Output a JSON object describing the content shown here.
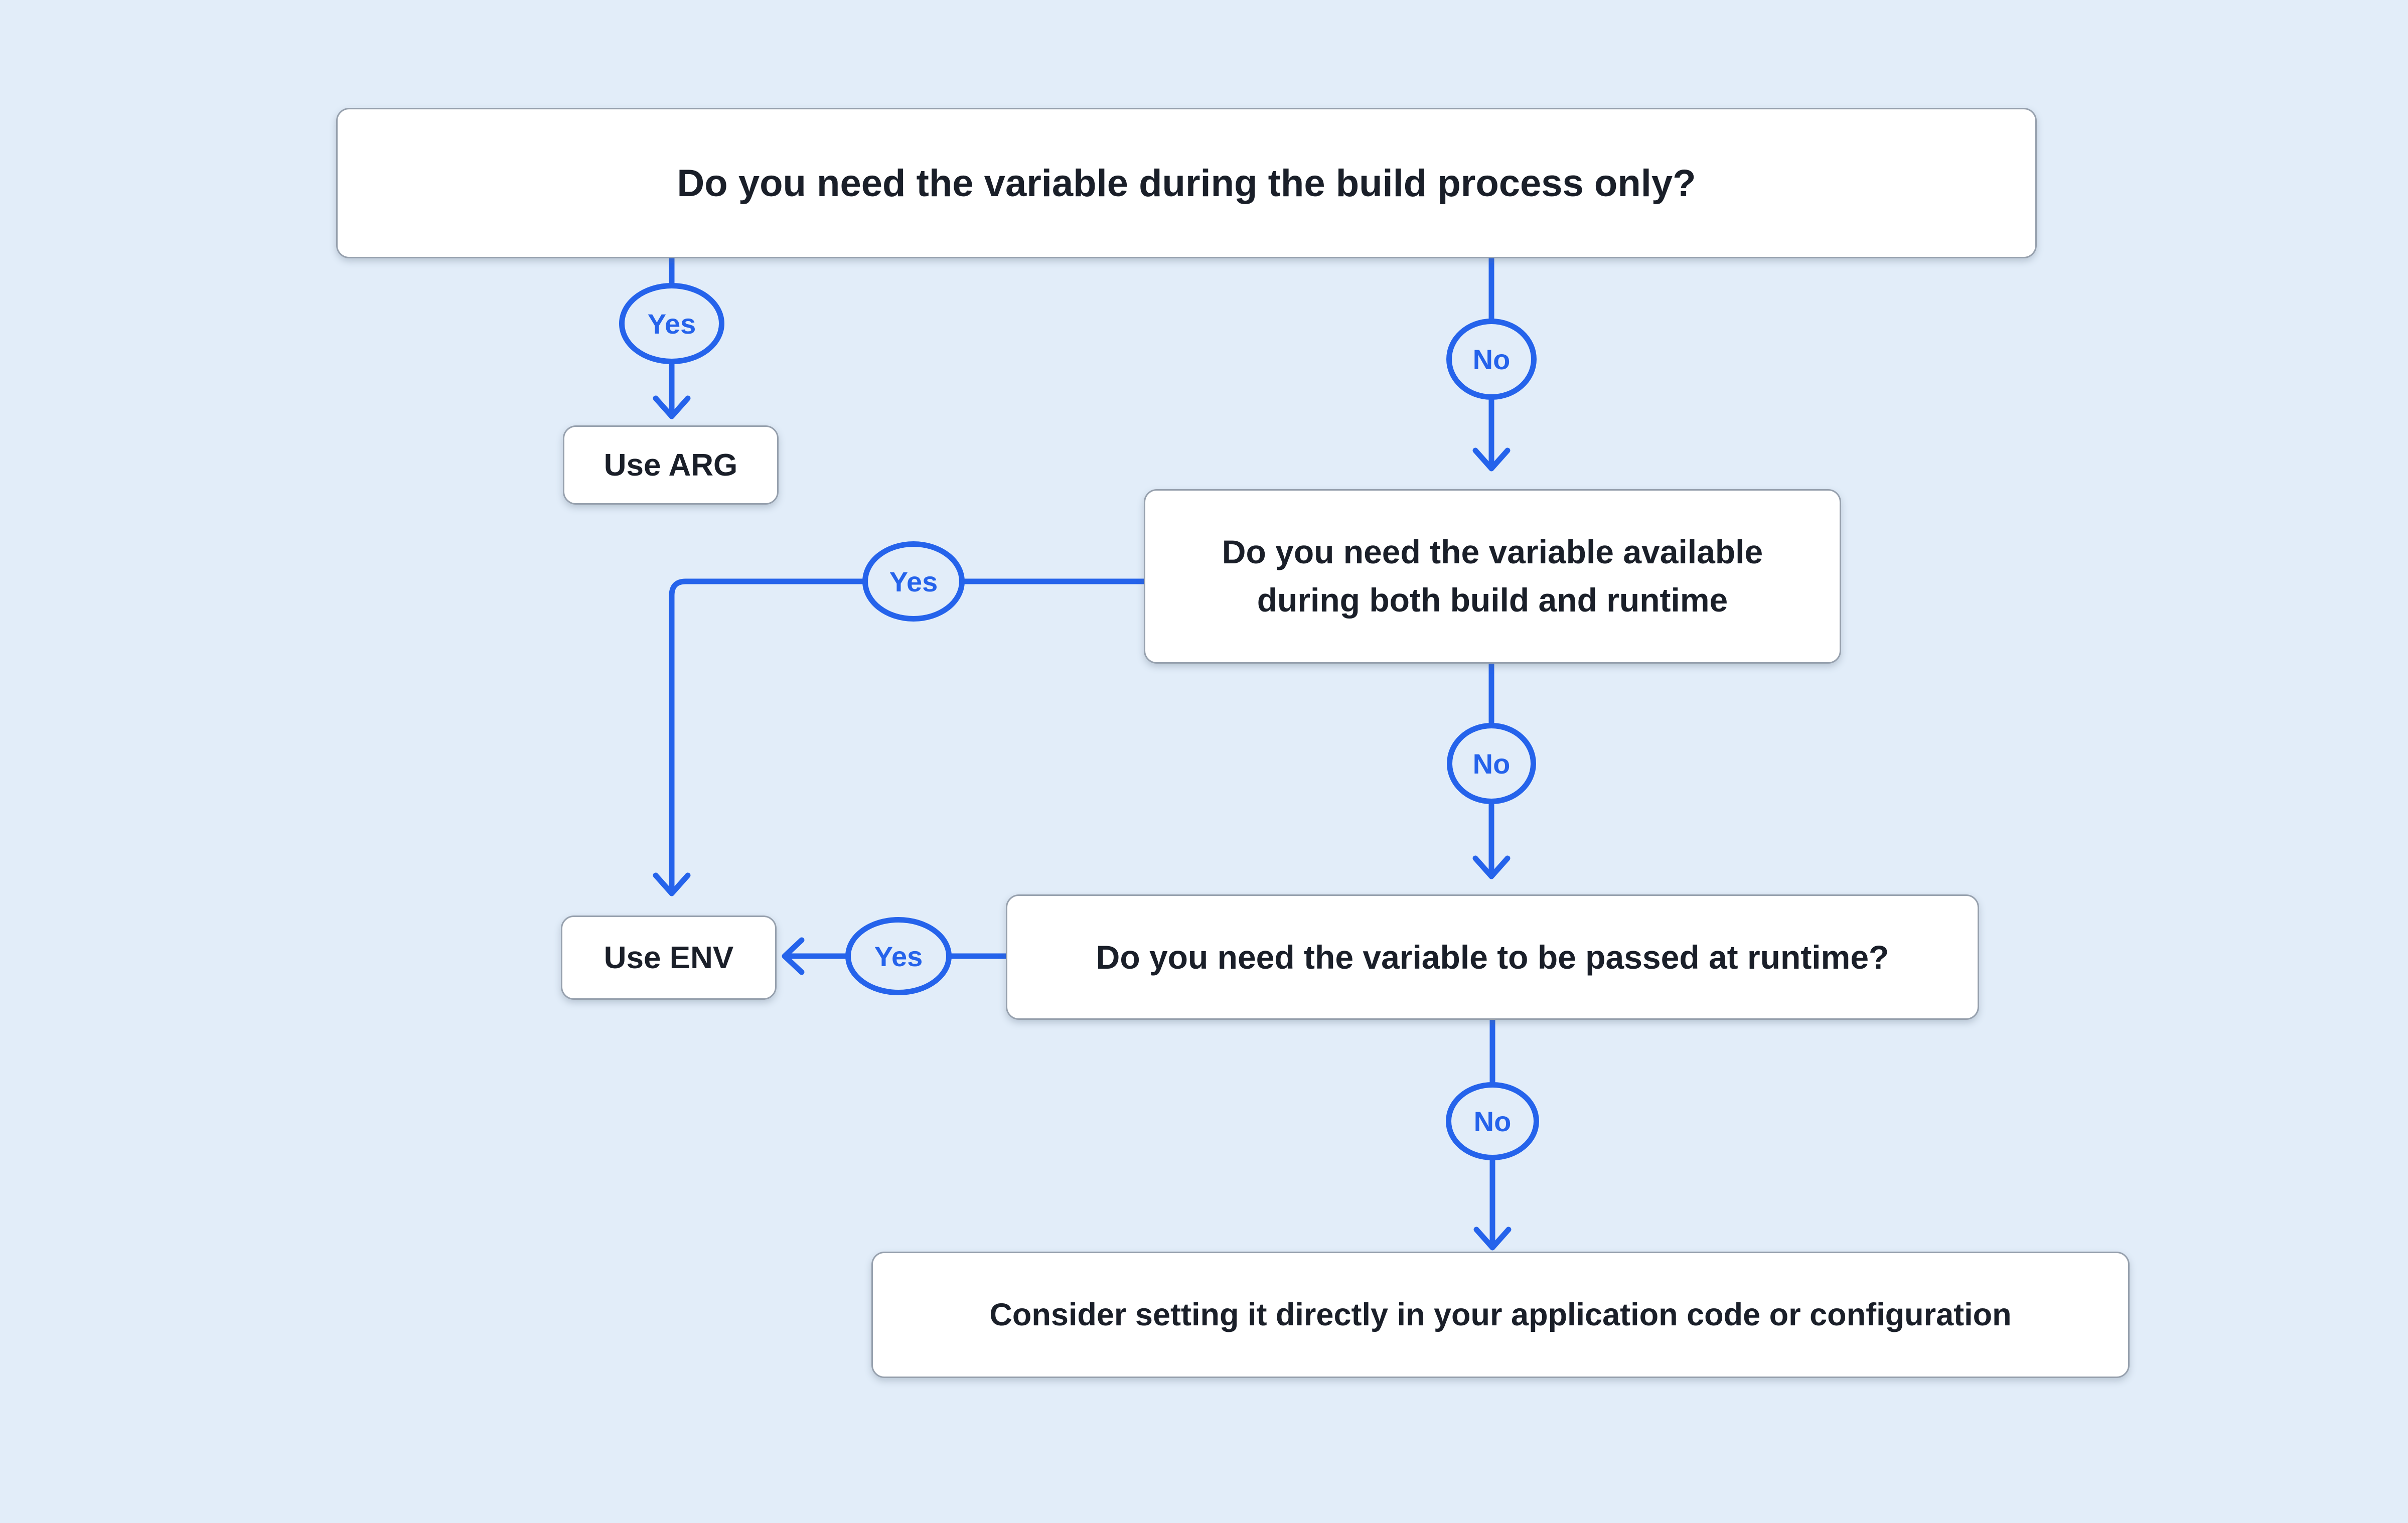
{
  "palette": {
    "background": "#e2edf9",
    "accent": "#2563eb",
    "box_border": "#96a0ad",
    "text": "#1a1f29"
  },
  "flow": {
    "q_build_only": {
      "label": "Do you need the variable during the build process only?"
    },
    "use_arg": {
      "label": "Use ARG"
    },
    "q_both_build_runtime": {
      "label": "Do you need the variable available\nduring both build and runtime"
    },
    "use_env": {
      "label": "Use ENV"
    },
    "q_passed_runtime": {
      "label": "Do you need the variable to be passed at runtime?"
    },
    "consider_app_code": {
      "label": "Consider setting it directly in your application code or configuration"
    },
    "edges": {
      "yes1": "Yes",
      "no1": "No",
      "yes2": "Yes",
      "no2": "No",
      "yes3": "Yes",
      "no3": "No"
    }
  }
}
